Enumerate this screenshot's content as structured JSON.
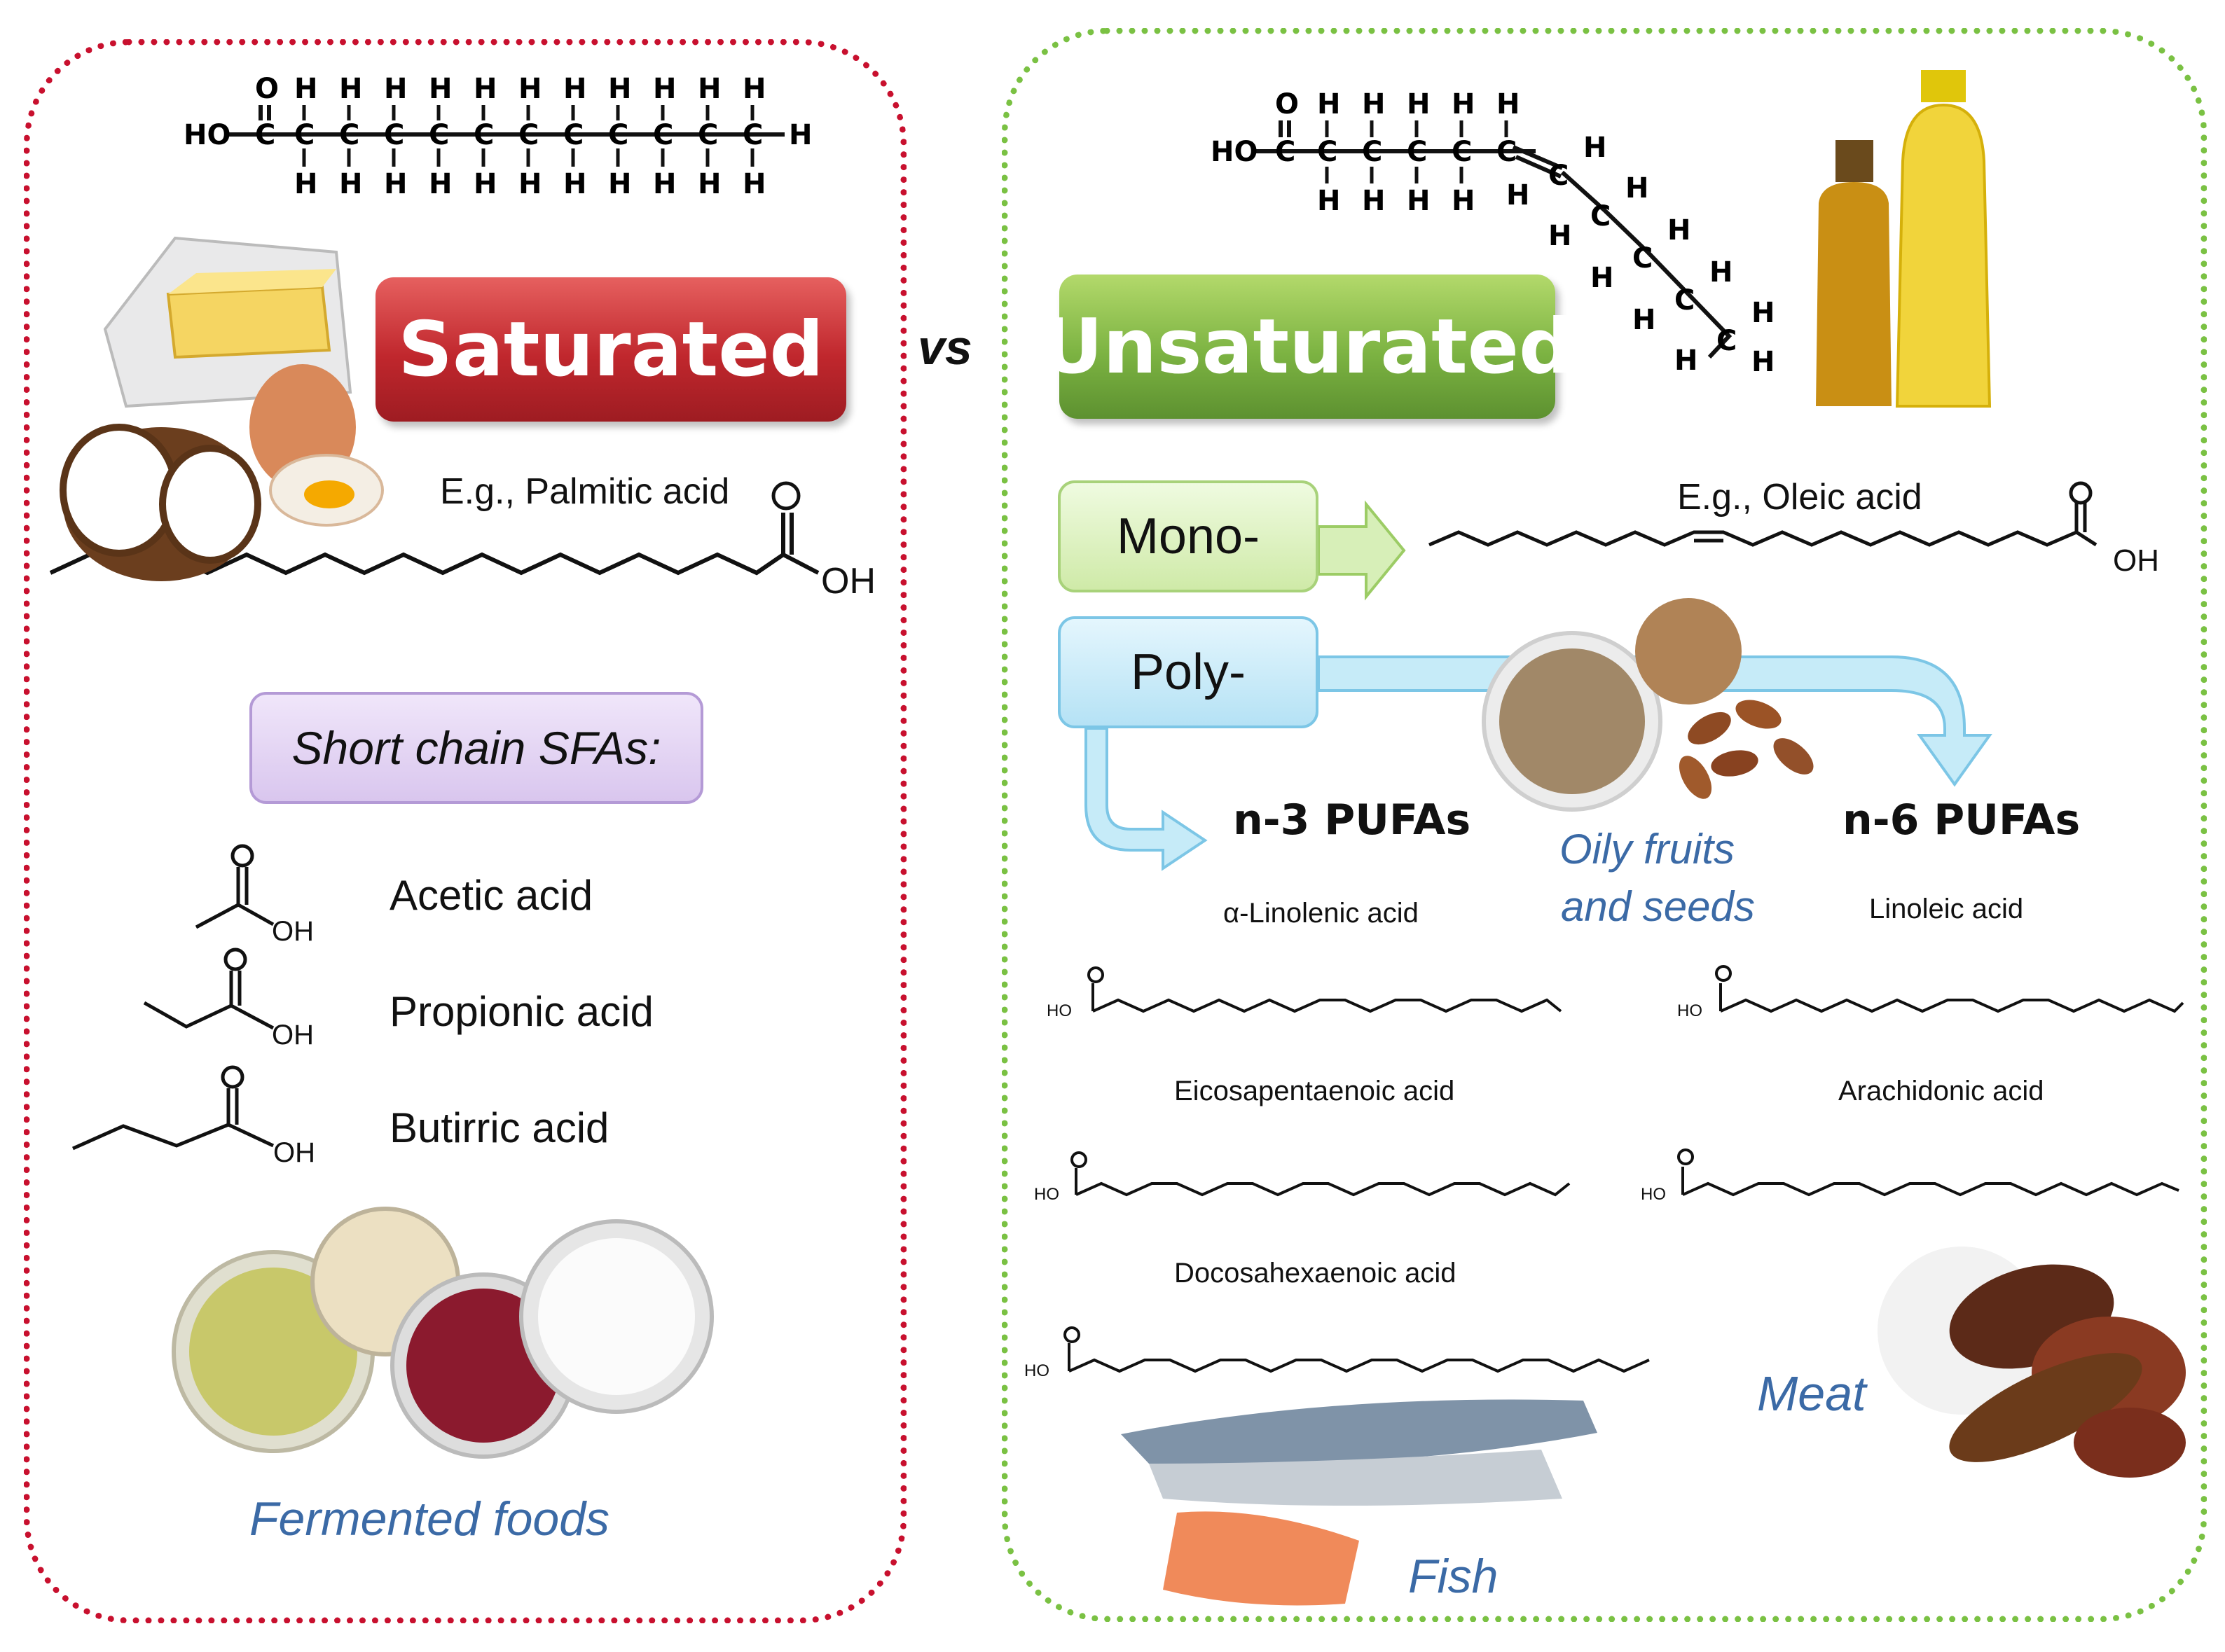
{
  "colors": {
    "saturated_red": "#c0272d",
    "unsaturated_green": "#7cb342",
    "left_border": "#c8102e",
    "right_border": "#7ac143",
    "caption_blue": "#3b6aa6",
    "arrow_blue": "#8fd3ec",
    "arrow_green": "#c5e59a"
  },
  "saturated": {
    "title": "Saturated",
    "example": "E.g., Palmitic acid",
    "structure_oh": "OH",
    "formula_left": "HO",
    "short_chain": {
      "heading": "Short chain SFAs:",
      "items": [
        {
          "name": "Acetic acid"
        },
        {
          "name": "Propionic acid"
        },
        {
          "name": "Butirric acid"
        }
      ],
      "oh": "OH",
      "o": "O"
    },
    "food_caption": "Fermented foods"
  },
  "vs": "vs",
  "unsaturated": {
    "title": "Unsaturated",
    "formula_left": "HO",
    "mono_label": "Mono-",
    "poly_label": "Poly-",
    "mono_example": "E.g., Oleic acid",
    "oh": "OH",
    "n3_heading": "n-3 PUFAs",
    "n6_heading": "n-6 PUFAs",
    "seeds_caption_line1": "Oily fruits",
    "seeds_caption_line2": "and seeds",
    "n3_acids": [
      "α-Linolenic acid",
      "Eicosapentaenoic acid",
      "Docosahexaenoic acid"
    ],
    "n6_acids": [
      "Linoleic acid",
      "Arachidonic acid"
    ],
    "ho_small": "HO",
    "fish_caption": "Fish",
    "meat_caption": "Meat"
  },
  "icons": [
    "butter-icon",
    "coconut-icon",
    "egg-icon",
    "oil-bottles-icon",
    "seeds-bowl-icon",
    "walnut-icon",
    "almonds-icon",
    "fermented-food-bowls-icon",
    "fish-icon",
    "salmon-fillet-icon",
    "meat-platter-icon"
  ]
}
